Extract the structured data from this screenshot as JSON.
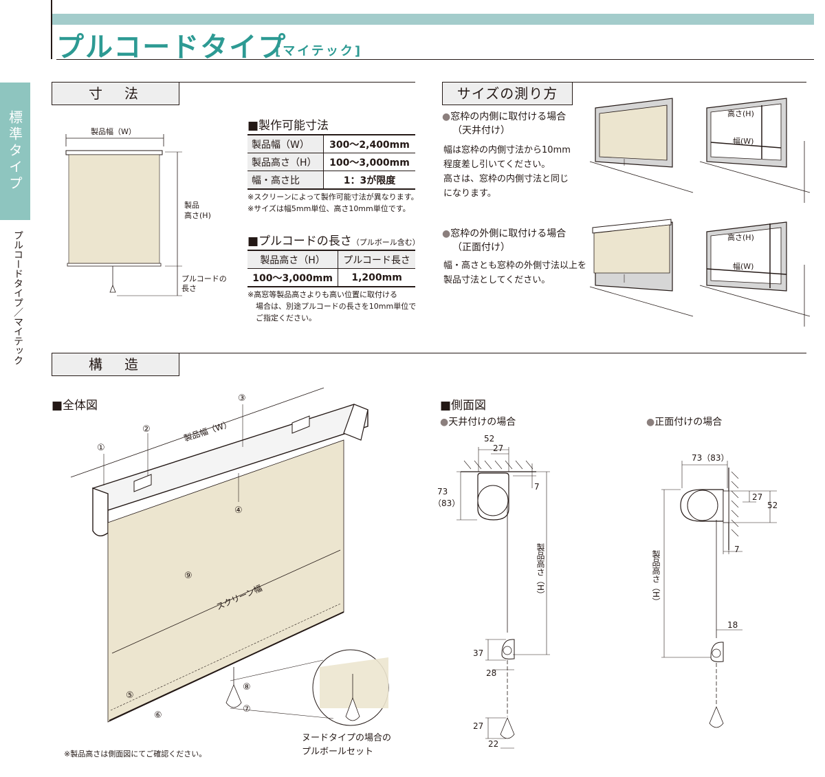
{
  "header": {
    "title": "プルコードタイプ",
    "subtitle": "[マイテック]"
  },
  "side": {
    "tab": "標準タイプ",
    "text": "プルコードタイプ／マイテック"
  },
  "dimensions": {
    "heading": "寸　法",
    "width_label": "製品幅（W）",
    "height_label_1": "製品",
    "height_label_2": "高さ(H)",
    "cord_label_1": "プルコードの",
    "cord_label_2": "長さ"
  },
  "producible": {
    "heading": "■製作可能寸法",
    "rows": [
      {
        "label": "製品幅（W）",
        "value": "300～2,400mm"
      },
      {
        "label": "製品高さ（H）",
        "value": "100～3,000mm"
      },
      {
        "label": "幅・高さ比",
        "value": "1：3が限度"
      }
    ],
    "notes": [
      "※スクリーンによって製作可能寸法が異なります。",
      "※サイズは幅5mm単位、高さ10mm単位です。"
    ]
  },
  "pullcord": {
    "heading": "■プルコードの長さ",
    "heading_small": "（プルボール含む）",
    "headers": [
      "製品高さ（H）",
      "プルコード長さ"
    ],
    "row": [
      "100～3,000mm",
      "1,200mm"
    ],
    "notes": [
      "※高窓等製品高さよりも高い位置に取付ける",
      "場合は、別途プルコードの長さを10mm単位で",
      "ご指定ください。"
    ]
  },
  "measure": {
    "heading": "サイズの測り方",
    "inside": {
      "title1": "窓枠の内側に取付ける場合",
      "title2": "（天井付け）",
      "lines": [
        "幅は窓枠の内側寸法から10mm",
        "程度差し引いてください。",
        "高さは、窓枠の内側寸法と同じ",
        "になります。"
      ]
    },
    "outside": {
      "title1": "窓枠の外側に取付ける場合",
      "title2": "（正面付け）",
      "lines": [
        "幅・高さとも窓枠の外側寸法以上を",
        "製品寸法としてください。"
      ]
    },
    "height_label": "高さ(H)",
    "width_label": "幅(W)"
  },
  "structure": {
    "heading": "構　造",
    "overall": "■全体図",
    "side": "■側面図",
    "ceiling": "天井付けの場合",
    "front": "正面付けの場合",
    "width_label": "製品幅（W）",
    "screen_width": "スクリーン幅",
    "height_label": "製品高さ（H）",
    "nude_1": "ヌードタイプの場合の",
    "nude_2": "プルボールセット",
    "footnote": "※製品高さは側面図にてご確認ください。",
    "parts": [
      "①",
      "②",
      "③",
      "④",
      "⑤",
      "⑥",
      "⑦",
      "⑧",
      "⑨"
    ],
    "dims_ceiling": [
      "52",
      "27",
      "7",
      "73",
      "（83）",
      "37",
      "28",
      "27",
      "22"
    ],
    "dims_front": [
      "73（83）",
      "27",
      "52",
      "7",
      "18"
    ]
  },
  "colors": {
    "accent": "#2d9a93",
    "band": "#a3cccb",
    "screen": "#ece5cf"
  }
}
